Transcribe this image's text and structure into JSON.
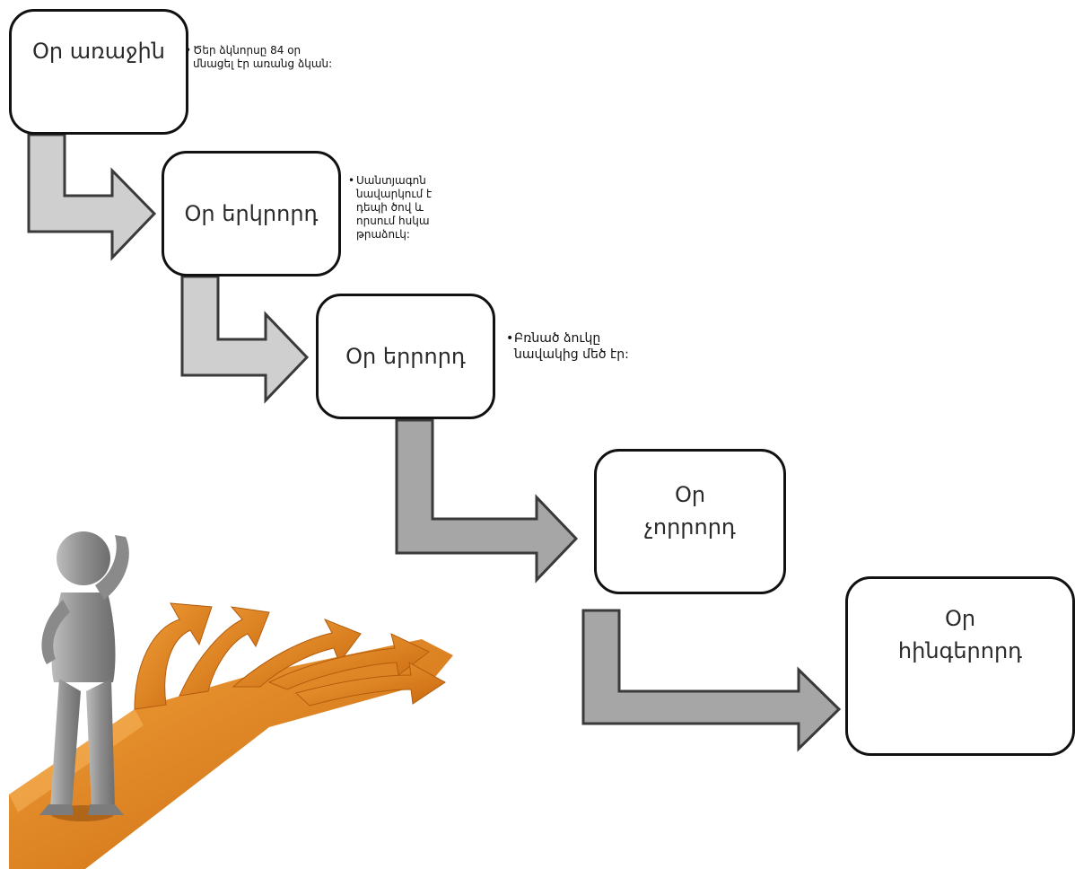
{
  "diagram": {
    "steps": [
      {
        "label": "Օր առաջին",
        "note": "Ծեր ձկնորսը 84 օր մնացել էր առանց ձկան:"
      },
      {
        "label": "Օր երկրորդ",
        "note": "Սանտյագոն նավարկում է դեպի ծով և որսում հսկա թրաձուկ:"
      },
      {
        "label": "Օր երրորդ",
        "note": "Բռնած ձուկը նավակից մեծ էր:"
      },
      {
        "label": "Օր\nչորրորդ"
      },
      {
        "label": "Օր\nհինգերորդ"
      }
    ],
    "colors": {
      "arrow_light": "#cfcfcf",
      "arrow_dark": "#a6a6a6",
      "arrow_stroke": "#3a3a3a",
      "box_border": "#111111",
      "road_orange": "#e8871f",
      "figure_grey": "#9c9c9c"
    },
    "illustration": "person-at-crossroads-with-arrows"
  }
}
